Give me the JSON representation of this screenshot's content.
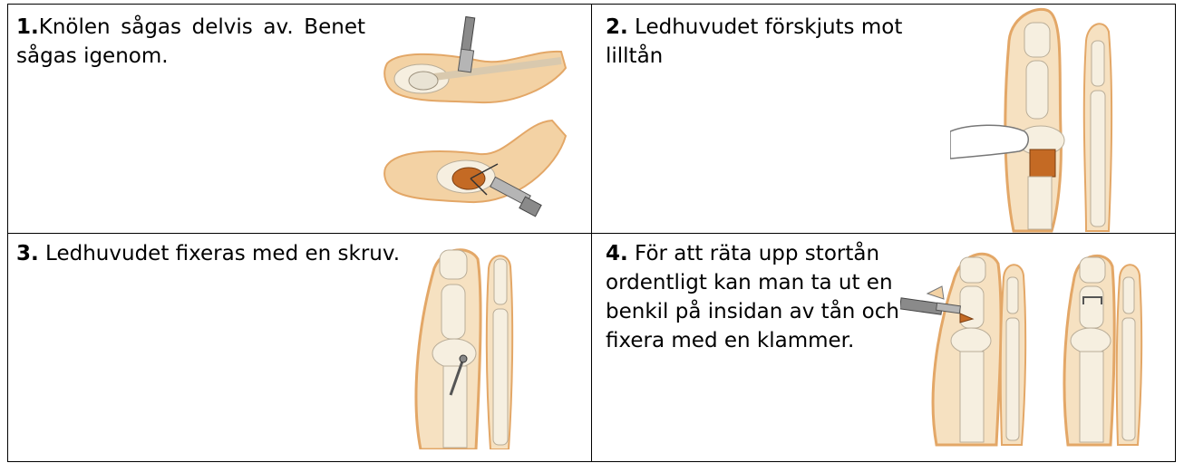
{
  "steps": [
    {
      "number": "1.",
      "text": "Knölen sågas delvis av. Benet sågas igenom.",
      "illustration": "bunion-osteotomy-saw-illustration"
    },
    {
      "number": "2.",
      "text": " Ledhuvudet förskjuts mot lilltån",
      "illustration": "metatarsal-head-shift-illustration"
    },
    {
      "number": "3.",
      "text": " Ledhuvudet fixeras med en skruv.",
      "illustration": "screw-fixation-illustration"
    },
    {
      "number": "4.",
      "text": " För att räta upp stortån ordentligt kan man ta ut en benkil på insidan av tån och fixera med en klammer.",
      "illustration": "wedge-and-staple-illustration"
    }
  ],
  "colors": {
    "skin": "#f3d2a4",
    "skin_dark": "#e3a767",
    "bone": "#f6efe0",
    "bone_outline": "#b9ad98",
    "instrument": "#8a8a8a",
    "cut": "#c46a24"
  }
}
